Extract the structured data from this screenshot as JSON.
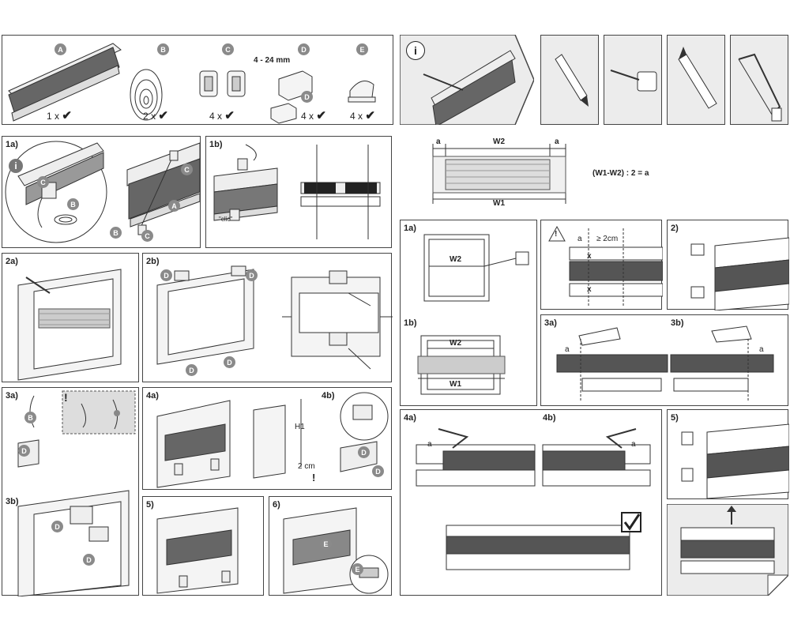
{
  "parts": {
    "A": {
      "letter": "A",
      "qty": "1 x"
    },
    "B": {
      "letter": "B",
      "qty": "2 x"
    },
    "C": {
      "letter": "C",
      "qty": "4 x"
    },
    "D": {
      "letter": "D",
      "qty": "4 x",
      "range": "4 - 24 mm"
    },
    "E": {
      "letter": "E",
      "qty": "4 x"
    },
    "check": "✔"
  },
  "steps_left": {
    "s1a": "1a)",
    "s1b": "1b)",
    "s2a": "2a)",
    "s2b": "2b)",
    "s3a": "3a)",
    "s3b": "3b)",
    "s4a": "4a)",
    "s4b": "4b)",
    "s5": "5)",
    "s6": "6)",
    "clic": "\"clic\"",
    "h1": "H1",
    "two_cm": "2 cm",
    "info": "i",
    "warn": "!",
    "letters": {
      "A": "A",
      "B": "B",
      "C": "C",
      "D": "D",
      "E": "E"
    }
  },
  "measure": {
    "a": "a",
    "w1": "W1",
    "w2": "W2",
    "formula": "(W1-W2) : 2 = a",
    "gte2cm": "≥ 2cm",
    "x": "x"
  },
  "steps_right": {
    "s1a": "1a)",
    "s1b": "1b)",
    "s2": "2)",
    "s3a": "3a)",
    "s3b": "3b)",
    "s4a": "4a)",
    "s4b": "4b)",
    "s5": "5)"
  },
  "icons": {
    "info": "info-circle-icon",
    "pencil": "pencil-icon",
    "tape": "tape-measure-icon",
    "cutter": "box-cutter-icon",
    "saw": "hacksaw-icon",
    "warning": "warning-triangle-icon",
    "checkbox": "checked-box-icon"
  }
}
